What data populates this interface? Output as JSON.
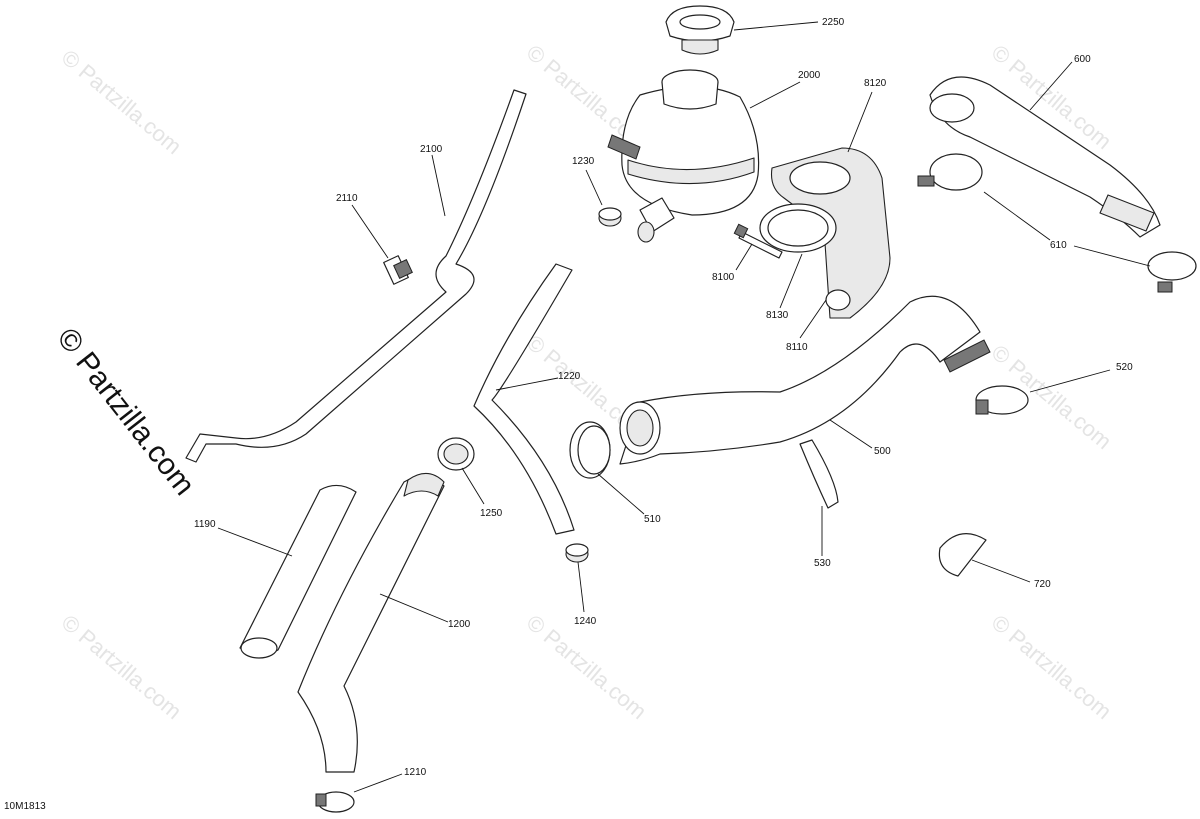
{
  "diagram": {
    "drawing_code": "10M1813",
    "watermark_text": "© Partzilla.com",
    "watermark_side_text": "© Partzilla.com",
    "callouts": [
      {
        "id": "c2250",
        "label": "2250"
      },
      {
        "id": "c2000",
        "label": "2000"
      },
      {
        "id": "c8120",
        "label": "8120"
      },
      {
        "id": "c600",
        "label": "600"
      },
      {
        "id": "c2100",
        "label": "2100"
      },
      {
        "id": "c1230",
        "label": "1230"
      },
      {
        "id": "c2110",
        "label": "2110"
      },
      {
        "id": "c610",
        "label": "610"
      },
      {
        "id": "c8100",
        "label": "8100"
      },
      {
        "id": "c8130",
        "label": "8130"
      },
      {
        "id": "c8110",
        "label": "8110"
      },
      {
        "id": "c520",
        "label": "520"
      },
      {
        "id": "c1220",
        "label": "1220"
      },
      {
        "id": "c500",
        "label": "500"
      },
      {
        "id": "c1250",
        "label": "1250"
      },
      {
        "id": "c510",
        "label": "510"
      },
      {
        "id": "c1190",
        "label": "1190"
      },
      {
        "id": "c530",
        "label": "530"
      },
      {
        "id": "c720",
        "label": "720"
      },
      {
        "id": "c1240",
        "label": "1240"
      },
      {
        "id": "c1200",
        "label": "1200"
      },
      {
        "id": "c1210",
        "label": "1210"
      }
    ]
  }
}
